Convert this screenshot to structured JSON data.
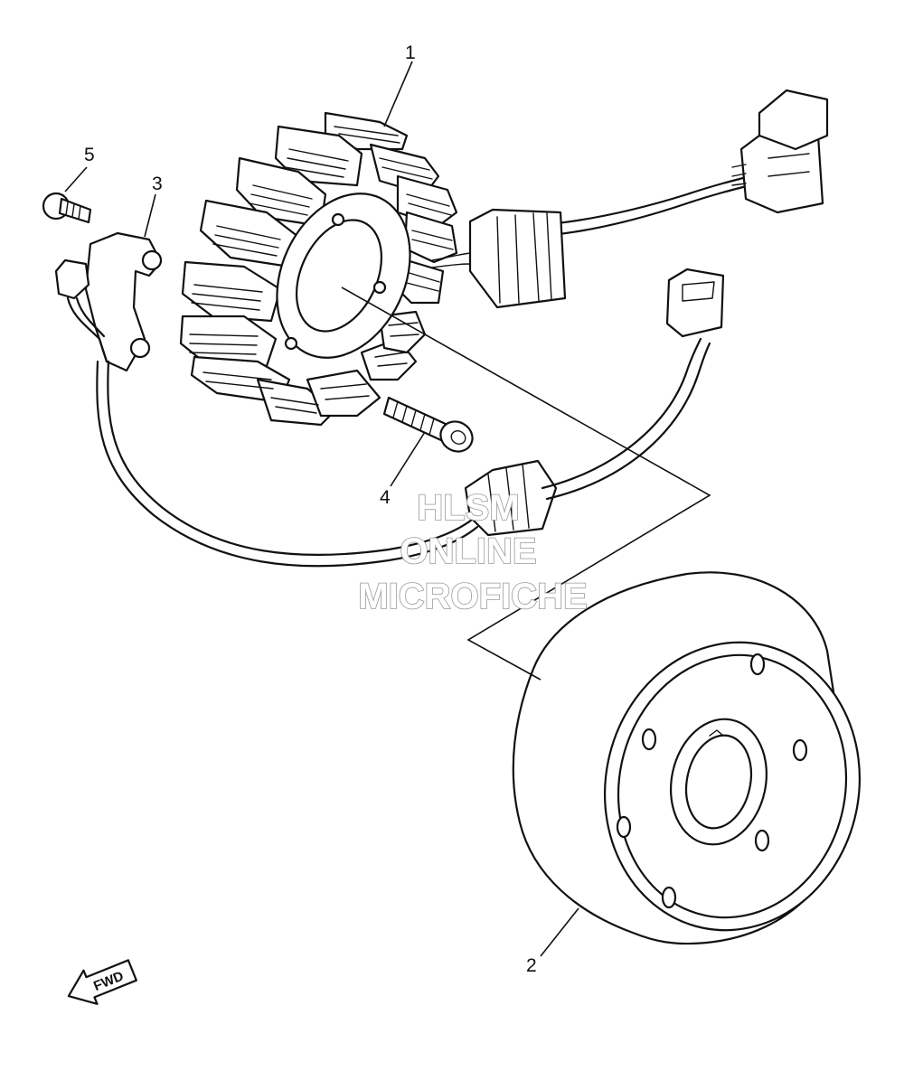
{
  "callouts": [
    {
      "id": "1",
      "label": "1"
    },
    {
      "id": "2",
      "label": "2"
    },
    {
      "id": "3",
      "label": "3"
    },
    {
      "id": "4",
      "label": "4"
    },
    {
      "id": "5",
      "label": "5"
    }
  ],
  "watermark": {
    "line1": "HLSM",
    "line2": "ONLINE",
    "line3": "MICROFICHE",
    "color": "#9a9a9a"
  },
  "direction_marker": {
    "label": "FWD",
    "icon": "fwd-arrow-icon"
  },
  "colors": {
    "line": "#111111",
    "background": "#ffffff"
  }
}
